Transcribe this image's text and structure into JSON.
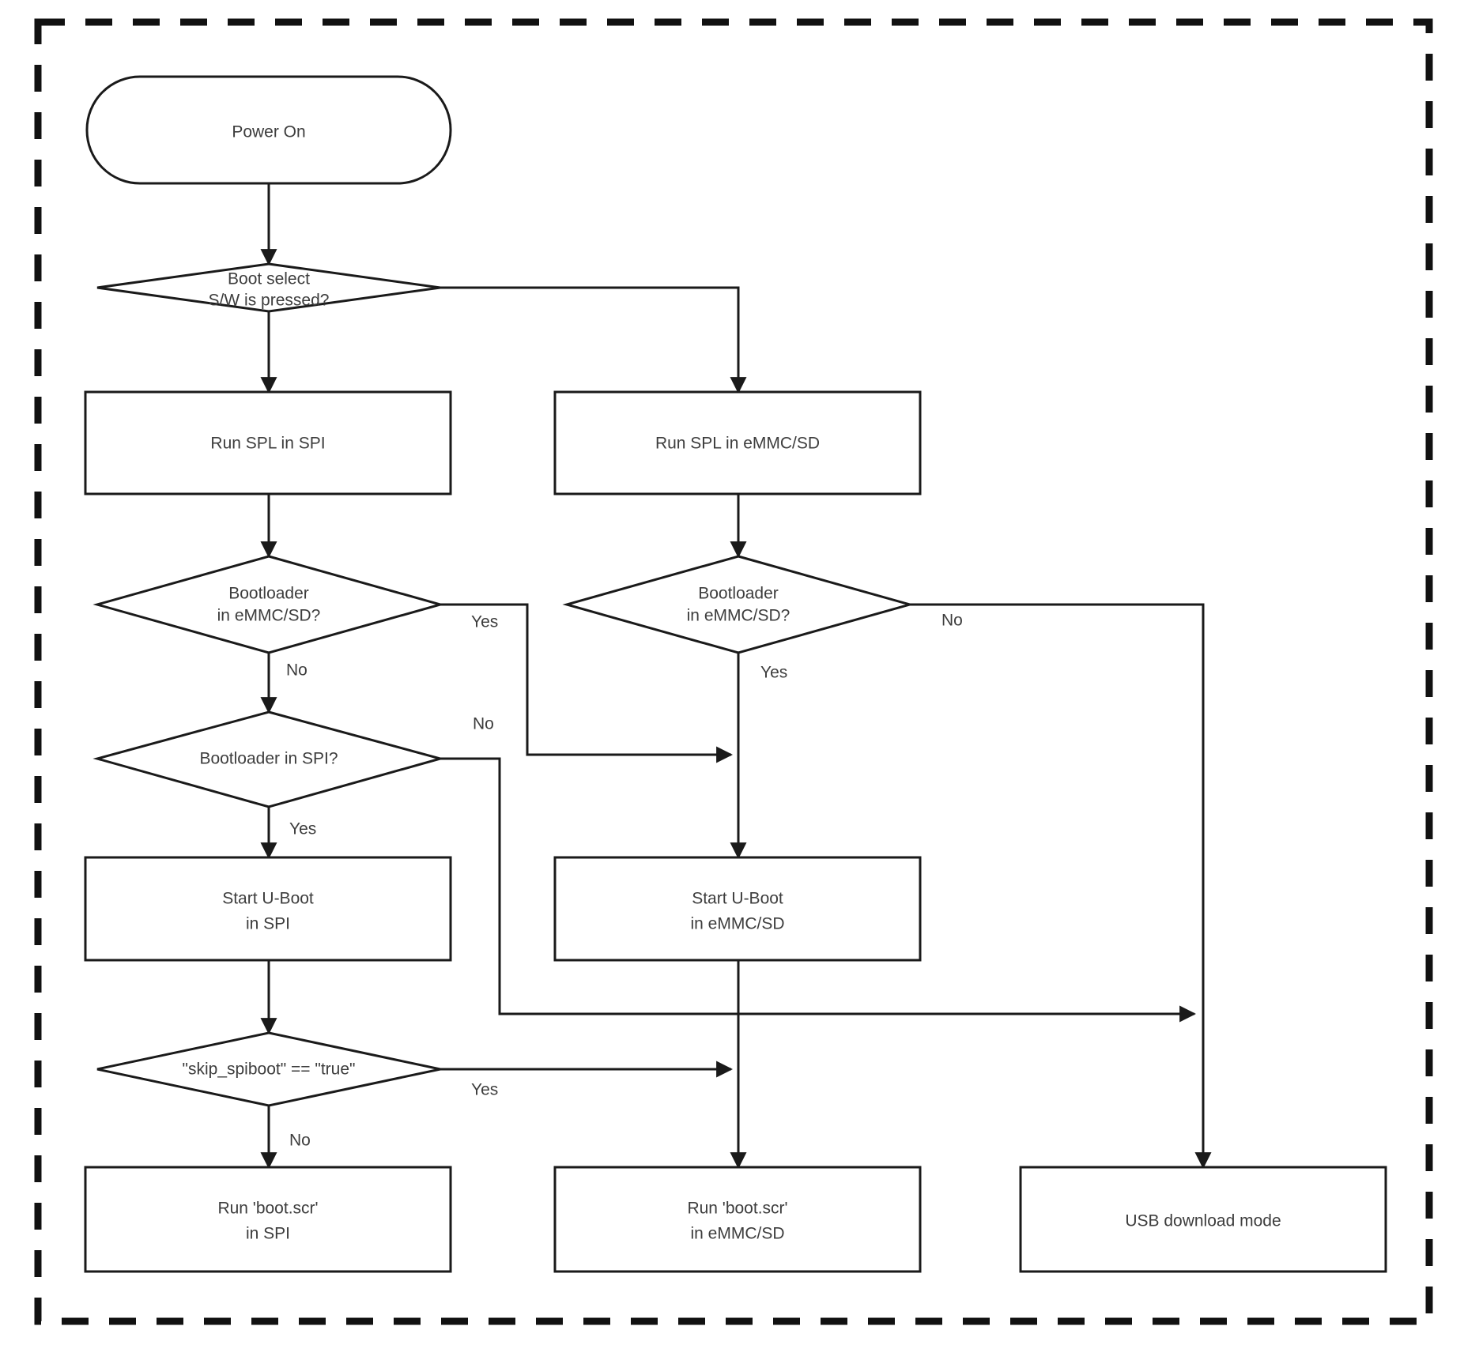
{
  "diagram": {
    "type": "flowchart",
    "title": "Boot sequence flowchart",
    "frame": {
      "style": "dashed",
      "color": "#111111"
    },
    "colors": {
      "node_stroke": "#1a1a1a",
      "node_fill": "#ffffff",
      "text": "#3d3d3d",
      "edge": "#1a1a1a",
      "background": "#ffffff"
    },
    "nodes": [
      {
        "id": "power_on",
        "shape": "terminator",
        "label": "Power On"
      },
      {
        "id": "boot_select",
        "shape": "decision",
        "label_line1": "Boot select",
        "label_line2": "S/W is pressed?"
      },
      {
        "id": "run_spl_spi",
        "shape": "process",
        "label": "Run SPL in SPI"
      },
      {
        "id": "run_spl_emmc",
        "shape": "process",
        "label": "Run SPL in eMMC/SD"
      },
      {
        "id": "bl_emmc_left",
        "shape": "decision",
        "label_line1": "Bootloader",
        "label_line2": "in eMMC/SD?"
      },
      {
        "id": "bl_emmc_right",
        "shape": "decision",
        "label_line1": "Bootloader",
        "label_line2": "in eMMC/SD?"
      },
      {
        "id": "bl_spi",
        "shape": "decision",
        "label": "Bootloader in SPI?"
      },
      {
        "id": "start_uboot_spi",
        "shape": "process",
        "label_line1": "Start U-Boot",
        "label_line2": "in SPI"
      },
      {
        "id": "start_uboot_emmc",
        "shape": "process",
        "label_line1": "Start U-Boot",
        "label_line2": "in eMMC/SD"
      },
      {
        "id": "skip_spiboot",
        "shape": "decision",
        "label": "\"skip_spiboot\" == \"true\""
      },
      {
        "id": "run_bootscr_spi",
        "shape": "process",
        "label_line1": "Run 'boot.scr'",
        "label_line2": "in SPI"
      },
      {
        "id": "run_bootscr_emmc",
        "shape": "process",
        "label_line1": "Run 'boot.scr'",
        "label_line2": "in eMMC/SD"
      },
      {
        "id": "usb_download",
        "shape": "process",
        "label": "USB download mode"
      }
    ],
    "edge_labels": {
      "boot_select_no_down": "",
      "boot_select_yes_right": "",
      "bl_emmc_left_yes": "Yes",
      "bl_emmc_left_no": "No",
      "bl_emmc_right_no": "No",
      "bl_emmc_right_yes": "Yes",
      "bl_spi_no": "No",
      "bl_spi_yes": "Yes",
      "skip_spiboot_yes": "Yes",
      "skip_spiboot_no": "No"
    }
  }
}
